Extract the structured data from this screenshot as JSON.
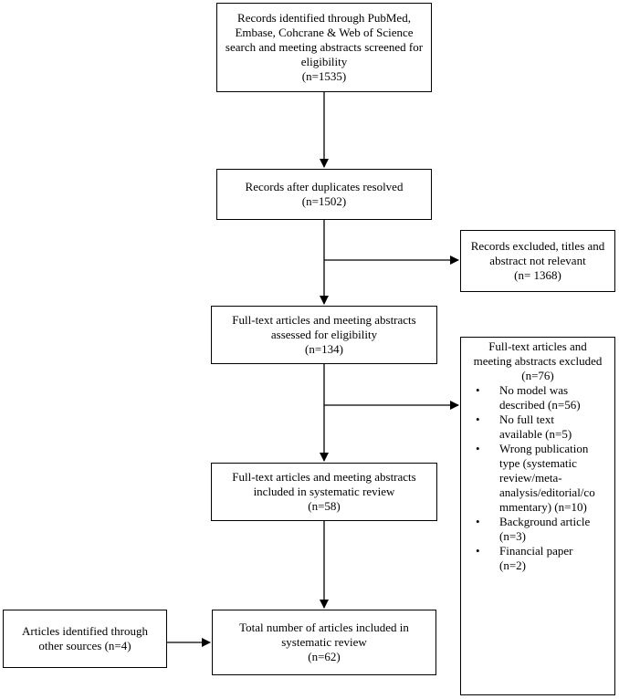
{
  "identification": {
    "lines": [
      "Records identified through PubMed,",
      "Embase, Cohcrane & Web of Science",
      "search and meeting abstracts screened for",
      "eligibility",
      "(n=1535)"
    ]
  },
  "duplicates": {
    "lines": [
      "Records after duplicates resolved",
      "(n=1502)"
    ]
  },
  "excluded_titles": {
    "lines": [
      "Records excluded, titles and",
      "abstract not relevant",
      "(n= 1368)"
    ]
  },
  "full_text_assessed": {
    "lines": [
      "Full-text articles and meeting abstracts",
      "assessed for eligibility",
      "(n=134)"
    ]
  },
  "full_text_excluded": {
    "header_lines": [
      "Full-text articles and",
      "meeting abstracts excluded",
      "(n=76)"
    ],
    "bullet": "•",
    "items": [
      {
        "lines": [
          "No model was",
          "described (n=56)"
        ]
      },
      {
        "lines": [
          "No full text",
          "available (n=5)"
        ]
      },
      {
        "lines": [
          "Wrong publication",
          "type (systematic",
          "review/meta-",
          "analysis/editorial/co",
          "mmentary) (n=10)"
        ]
      },
      {
        "lines": [
          "Background article",
          "(n=3)"
        ]
      },
      {
        "lines": [
          "Financial paper",
          "(n=2)"
        ]
      }
    ]
  },
  "included_review": {
    "lines": [
      "Full-text articles and meeting abstracts",
      "included in systematic review",
      "(n=58)"
    ]
  },
  "other_sources": {
    "lines": [
      "Articles identified through",
      "other sources (n=4)"
    ]
  },
  "total_included": {
    "lines": [
      "Total number of articles included in",
      "systematic review",
      "(n=62)"
    ]
  }
}
